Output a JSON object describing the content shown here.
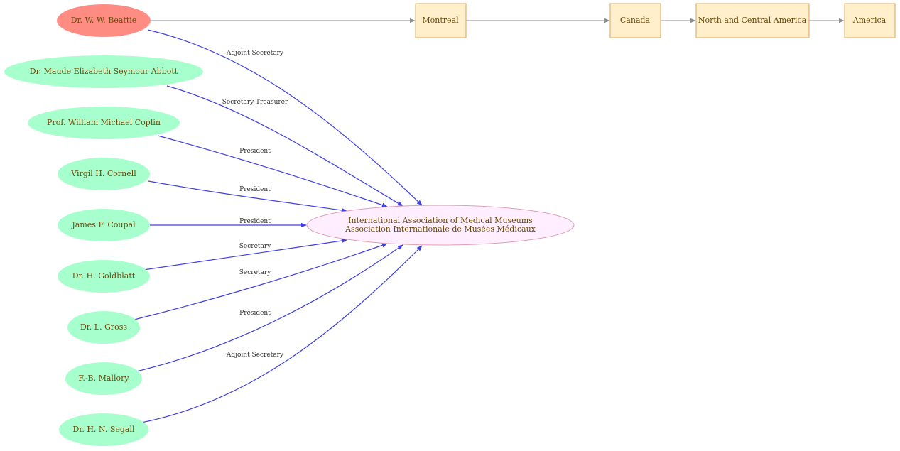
{
  "colors": {
    "source_person_fill": "#ff8c82",
    "person_fill": "#a6ffcc",
    "org_fill": "#ffeeff",
    "org_stroke": "#e0a0b0",
    "place_fill": "#ffefcb",
    "place_stroke": "#d9a65a",
    "role_edge": "#4040e0",
    "location_edge": "#8c8c8c",
    "label_text": "#6b4a0a"
  },
  "organization": {
    "line1": "International Association of Medical Museums",
    "line2": "Association Internationale de Musées Médicaux"
  },
  "people": [
    {
      "name": "Dr. W. W. Beattie",
      "role": "Adjoint Secretary"
    },
    {
      "name": "Dr. Maude Elizabeth Seymour Abbott",
      "role": "Secretary-Treasurer"
    },
    {
      "name": "Prof. William Michael Coplin",
      "role": "President"
    },
    {
      "name": "Virgil H. Cornell",
      "role": "President"
    },
    {
      "name": "James F. Coupal",
      "role": "President"
    },
    {
      "name": "Dr. H. Goldblatt",
      "role": "Secretary"
    },
    {
      "name": "Dr. L. Gross",
      "role": "Secretary"
    },
    {
      "name": "F.-B. Mallory",
      "role": "President"
    },
    {
      "name": "Dr. H. N. Segall",
      "role": "Adjoint Secretary"
    }
  ],
  "places": [
    "Montreal",
    "Canada",
    "North and Central America",
    "America"
  ]
}
